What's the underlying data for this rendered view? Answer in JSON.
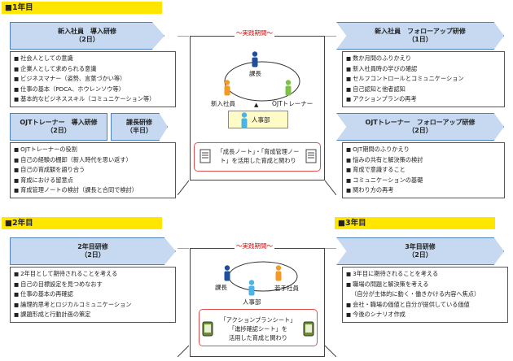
{
  "year1": {
    "label": "■1年目",
    "induction": {
      "title": "新入社員　導入研修",
      "days": "（2日）",
      "items": [
        "社会人としての意識",
        "企業人として求められる意識",
        "ビジネスマナー（姿勢、言葉づかい等）",
        "仕事の基本（PDCA、ホウレンソウ等）",
        "基本的なビジネススキル（コミュニケーション等）"
      ]
    },
    "ojt_intro": {
      "title": "OJTトレーナー　導入研修",
      "days": "（2日）",
      "items": [
        "OJTトレーナーの役割",
        "自己の経験の棚卸（新人時代を思い返す）",
        "自己の育成観を語り合う",
        "育成における留意点",
        "育成管理ノートの検討（課長と合同で検討）"
      ]
    },
    "manager": {
      "title": "課長研修",
      "days": "（半日）"
    },
    "center": {
      "period": "～実践期間～",
      "manager": "課長",
      "newcomer": "新入社員",
      "ojt": "OJTトレーナー",
      "hr": "人事部",
      "note": "「成長ノート」・「育成管理ノート」を活用した育成と関わり"
    },
    "followup_new": {
      "title": "新入社員　フォローアップ研修",
      "days": "（1日）",
      "items": [
        "数か月間のふりかえり",
        "新入社員時の学びの確認",
        "セルフコントロールとコミュニケーション",
        "自己認知と他者認知",
        "アクションプランの再考"
      ]
    },
    "followup_ojt": {
      "title": "OJTトレーナー　フォローアップ研修",
      "days": "（2日）",
      "items": [
        "OJT期間のふりかえり",
        "悩みの共有と解決策の検討",
        "育成で意識すること",
        "コミュニケーションの基礎",
        "関わり方の再考"
      ]
    }
  },
  "year2": {
    "label": "■2年目",
    "training": {
      "title": "2年目研修",
      "days": "（2日）",
      "items": [
        "2年目として期待されることを考える",
        "自己の目標設定を見つめなおす",
        "仕事の基本の再確認",
        "論理的思考とロジカルコミュニケーション",
        "課題形成と行動計画の策定"
      ]
    },
    "center": {
      "period": "～実践期間～",
      "manager": "課長",
      "young": "若手社員",
      "hr": "人事部",
      "note_line1": "「アクションプランシート」",
      "note_line2": "「進捗確認シート」を",
      "note_line3": "活用した育成と関わり"
    }
  },
  "year3": {
    "label": "■3年目",
    "training": {
      "title": "3年目研修",
      "days": "（2日）",
      "items": [
        "3年目に期待されることを考える",
        "職場の問題と解決策を考える",
        "（自分が主体的に動く・働きかける内容へ焦点）",
        "会社・職場の価値と自分が提供している価値",
        "今後のシナリオ作成"
      ]
    }
  },
  "colors": {
    "year_label": "#ffe600",
    "header_fill": "#c6d9f1",
    "header_border": "#4f81bd",
    "period_text": "#e00000",
    "person_blue": "#1f4e9c",
    "person_orange": "#f39a26",
    "person_green": "#7dc242",
    "hr_box": "#fffbc6"
  }
}
